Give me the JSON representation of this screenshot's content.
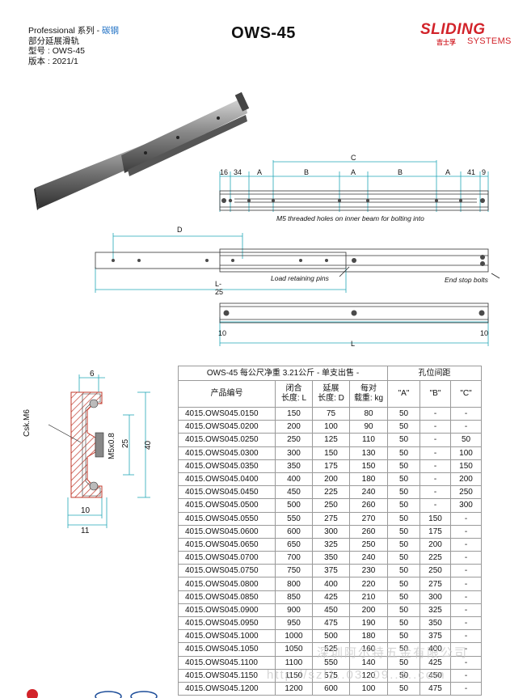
{
  "header": {
    "series_prefix": "Professional 系列 - ",
    "series_material": "碳钢",
    "subtitle": "部分延展滑轨",
    "model_line": "型号 : OWS-45",
    "version_line": "版本 : 2021/1",
    "title": "OWS-45",
    "logo_main": "SLIDING",
    "logo_cn": "吉士孚",
    "logo_systems": "SYSTEMS"
  },
  "drawing": {
    "dims_top": {
      "d16": "16",
      "d34": "34",
      "a": "A",
      "b": "B",
      "c": "C",
      "d41": "41",
      "d9": "9"
    },
    "note_threaded": "M5 threaded holes on inner beam for bolting into",
    "dim_d": "D",
    "dim_l25": "L-25",
    "note_pins": "Load retaining pins",
    "note_stop": "End stop bolts",
    "dim_10": "10",
    "dim_l": "L"
  },
  "section": {
    "w6": "6",
    "csk": "Csk.M6",
    "m5": "M5x0.8",
    "h25": "25",
    "h40": "40",
    "w10": "10",
    "w11": "11"
  },
  "table": {
    "caption": "OWS-45 每公尺净重 3.21公斤 - 单支出售 -",
    "spacing_header": "孔位间距",
    "col_code": "产品编号",
    "col_closed": "闭合\n长度: L",
    "col_ext": "延展\n长度: D",
    "col_load": "每对\n载重: kg",
    "col_a": "\"A\"",
    "col_b": "\"B\"",
    "col_c": "\"C\"",
    "rows": [
      [
        "4015.OWS045.0150",
        "150",
        "75",
        "80",
        "50",
        "-",
        "-"
      ],
      [
        "4015.OWS045.0200",
        "200",
        "100",
        "90",
        "50",
        "-",
        "-"
      ],
      [
        "4015.OWS045.0250",
        "250",
        "125",
        "110",
        "50",
        "-",
        "50"
      ],
      [
        "4015.OWS045.0300",
        "300",
        "150",
        "130",
        "50",
        "-",
        "100"
      ],
      [
        "4015.OWS045.0350",
        "350",
        "175",
        "150",
        "50",
        "-",
        "150"
      ],
      [
        "4015.OWS045.0400",
        "400",
        "200",
        "180",
        "50",
        "-",
        "200"
      ],
      [
        "4015.OWS045.0450",
        "450",
        "225",
        "240",
        "50",
        "-",
        "250"
      ],
      [
        "4015.OWS045.0500",
        "500",
        "250",
        "260",
        "50",
        "-",
        "300"
      ],
      [
        "4015.OWS045.0550",
        "550",
        "275",
        "270",
        "50",
        "150",
        "-"
      ],
      [
        "4015.OWS045.0600",
        "600",
        "300",
        "260",
        "50",
        "175",
        "-"
      ],
      [
        "4015.OWS045.0650",
        "650",
        "325",
        "250",
        "50",
        "200",
        "-"
      ],
      [
        "4015.OWS045.0700",
        "700",
        "350",
        "240",
        "50",
        "225",
        "-"
      ],
      [
        "4015.OWS045.0750",
        "750",
        "375",
        "230",
        "50",
        "250",
        "-"
      ],
      [
        "4015.OWS045.0800",
        "800",
        "400",
        "220",
        "50",
        "275",
        "-"
      ],
      [
        "4015.OWS045.0850",
        "850",
        "425",
        "210",
        "50",
        "300",
        "-"
      ],
      [
        "4015.OWS045.0900",
        "900",
        "450",
        "200",
        "50",
        "325",
        "-"
      ],
      [
        "4015.OWS045.0950",
        "950",
        "475",
        "190",
        "50",
        "350",
        "-"
      ],
      [
        "4015.OWS045.1000",
        "1000",
        "500",
        "180",
        "50",
        "375",
        "-"
      ],
      [
        "4015.OWS045.1050",
        "1050",
        "525",
        "160",
        "50",
        "400",
        "-"
      ],
      [
        "4015.OWS045.1100",
        "1100",
        "550",
        "140",
        "50",
        "425",
        "-"
      ],
      [
        "4015.OWS045.1150",
        "1150",
        "575",
        "120",
        "50",
        "450",
        "-"
      ],
      [
        "4015.OWS045.1200",
        "1200",
        "600",
        "100",
        "50",
        "475",
        "-"
      ]
    ]
  },
  "watermark": {
    "line1": "深圳阿尔特五金有限公司",
    "line2": "http://szl1..03..09..6..com"
  },
  "colors": {
    "accent": "#1d6fc4",
    "brand": "#d2232a",
    "dim": "#23a7b8",
    "section": "#c0392b"
  }
}
